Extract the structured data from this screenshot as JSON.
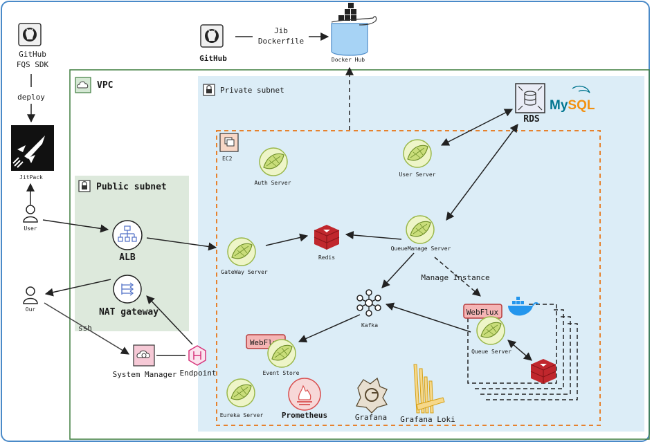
{
  "external": {
    "github_sdk_label_line1": "GitHub",
    "github_sdk_label_line2": "FQS SDK",
    "deploy_label": "deploy",
    "jitpack_label": "JitPack",
    "user_label": "User",
    "our_label": "Our",
    "ssh_label": "ssh",
    "github_label": "GitHub",
    "build_label_line1": "Jib",
    "build_label_line2": "Dockerfile",
    "dockerhub_label": "Docker Hub"
  },
  "vpc": {
    "label": "VPC",
    "public_subnet_label": "Public subnet",
    "alb_label": "ALB",
    "nat_label": "NAT gateway",
    "system_manager_label": "System Manager",
    "endpoint_label": "Endpoint"
  },
  "private": {
    "label": "Private subnet",
    "rds_label": "RDS",
    "mysql_my": "My",
    "mysql_sql": "SQL",
    "ec2_label": "EC2",
    "auth_server": "Auth Server",
    "user_server": "User Server",
    "gateway_server": "GateWay Server",
    "redis_label": "Redis",
    "queue_manage_server": "QueueManage Server",
    "manage_instance_label": "Manage Instance",
    "kafka_label": "Kafka",
    "webflux_label": "WebFlux",
    "queue_server": "Queue Server",
    "event_store": "Event Store",
    "eureka_server": "Eureka Server",
    "prometheus_label": "Prometheus",
    "grafana_label": "Grafana",
    "grafana_loki_label": "Grafana Loki"
  },
  "colors": {
    "vpc_border": "#3f7d3f",
    "public_subnet_fill": "#dde9dc",
    "private_subnet_fill": "#dcedf7",
    "ec2_border": "#e6822e",
    "spring_green": "#6db33f",
    "redis_red": "#c0272d",
    "webflux_fill": "#f5b5b5",
    "mysql_blue": "#00758f",
    "mysql_orange": "#f29111",
    "docker_blue": "#2496ed"
  }
}
